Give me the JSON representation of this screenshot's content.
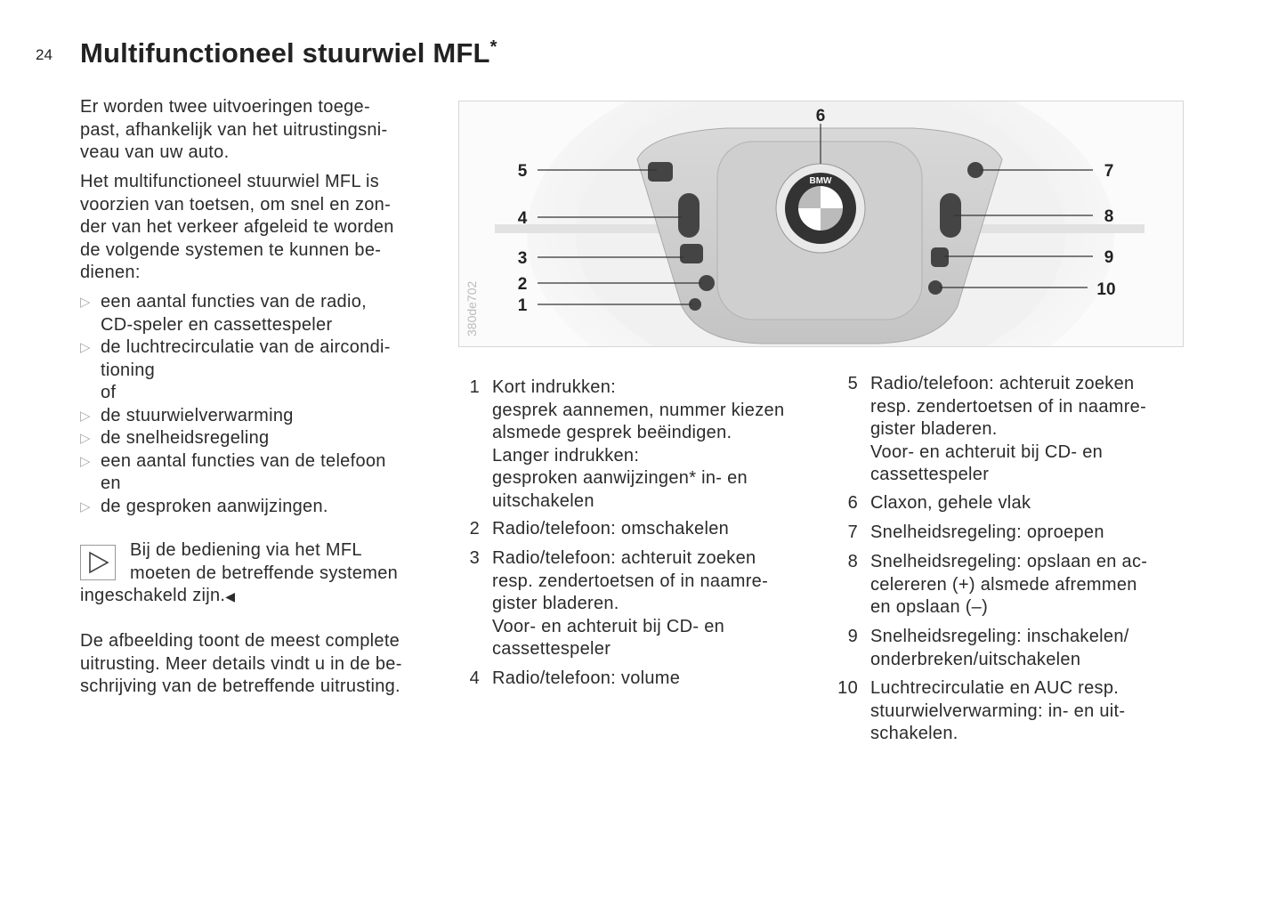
{
  "page_number": "24",
  "title": "Multifunctioneel stuurwiel MFL",
  "title_star": "*",
  "intro": "Er worden twee uitvoeringen toege-\npast, afhankelijk van het uitrustingsni-\nveau van uw auto.",
  "intro2": "Het multifunctioneel stuurwiel MFL is\nvoorzien van toetsen, om snel en zon-\nder van het verkeer afgeleid te worden\nde volgende systemen te kunnen be-\ndienen:",
  "bullets": [
    "een aantal functies van de radio,\nCD-speler en cassettespeler",
    "de luchtrecirculatie van de aircondi-\ntioning\nof",
    "de stuurwielverwarming",
    "de snelheidsregeling",
    "een aantal functies van de telefoon\nen",
    "de gesproken aanwijzingen."
  ],
  "note": {
    "line1": "Bij de bediening via het MFL",
    "line2": "moeten de betreffende systemen",
    "line3": "ingeschakeld zijn.",
    "end_mark": "◀"
  },
  "closing": "De afbeelding toont de meest complete\nuitrusting. Meer details vindt u in de be-\nschrijving van de betreffende uitrusting.",
  "figure": {
    "code": "380de702",
    "logo_text": "BMW",
    "callouts": [
      "1",
      "2",
      "3",
      "4",
      "5",
      "6",
      "7",
      "8",
      "9",
      "10"
    ]
  },
  "legend_left": [
    {
      "n": "1",
      "text": "Kort indrukken:\ngesprek aannemen, nummer kiezen\nalsmede gesprek beëindigen.\nLanger indrukken:\ngesproken aanwijzingen* in- en\nuitschakelen"
    },
    {
      "n": "2",
      "text": "Radio/telefoon: omschakelen"
    },
    {
      "n": "3",
      "text": "Radio/telefoon: achteruit zoeken\nresp. zendertoetsen of in naamre-\ngister bladeren.\nVoor- en achteruit bij CD- en\ncassettespeler"
    },
    {
      "n": "4",
      "text": "Radio/telefoon: volume"
    }
  ],
  "legend_right": [
    {
      "n": "5",
      "text": "Radio/telefoon: achteruit zoeken\nresp. zendertoetsen of in naamre-\ngister bladeren.\nVoor- en achteruit bij CD- en\ncassettespeler"
    },
    {
      "n": "6",
      "text": "Claxon, gehele vlak"
    },
    {
      "n": "7",
      "text": "Snelheidsregeling: oproepen"
    },
    {
      "n": "8",
      "text": "Snelheidsregeling: opslaan en ac-\ncelereren (+) alsmede afremmen\nen opslaan (–)"
    },
    {
      "n": "9",
      "text": "Snelheidsregeling: inschakelen/\nonderbreken/uitschakelen"
    },
    {
      "n": "10",
      "text": "Luchtrecirculatie en AUC resp.\nstuurwielverwarming: in- en uit-\nschakelen."
    }
  ]
}
